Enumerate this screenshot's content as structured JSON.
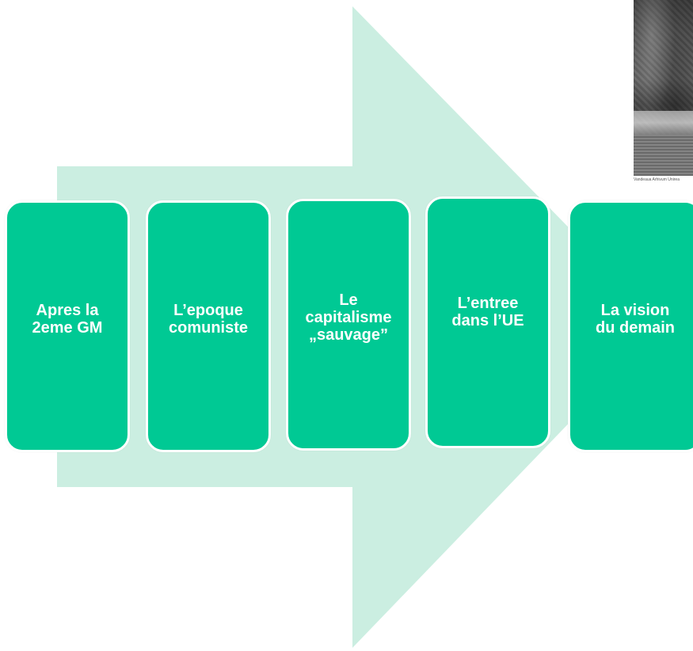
{
  "colors": {
    "arrow": "#cbeee1",
    "step_fill": "#00c994",
    "step_text": "#ffffff"
  },
  "steps": [
    {
      "label": "Apres la\n2eme GM"
    },
    {
      "label": "L’epoque\ncomuniste"
    },
    {
      "label": "Le\ncapitalisme\n„sauvage”"
    },
    {
      "label": "L’entree\ndans l’UE"
    },
    {
      "label": "La vision\ndu demain"
    }
  ],
  "photo": {
    "caption": "Vandeaua Arhivum Unirea"
  }
}
